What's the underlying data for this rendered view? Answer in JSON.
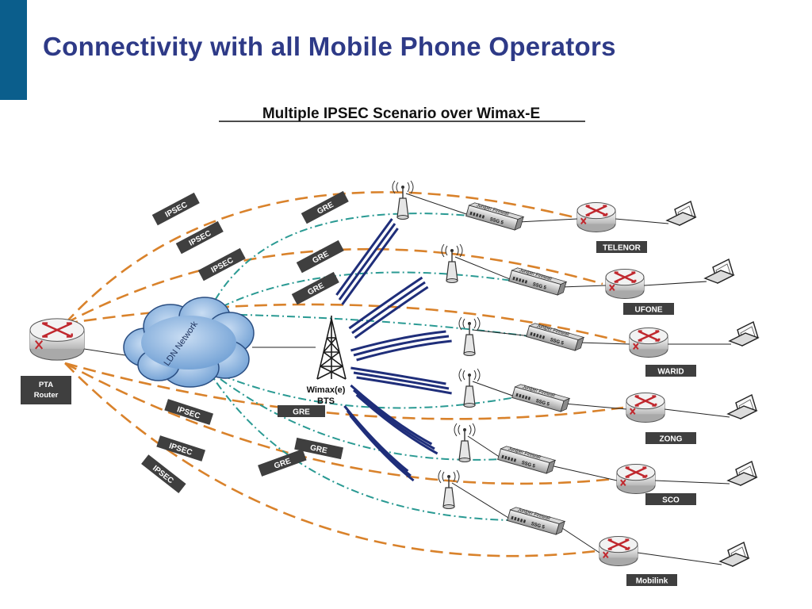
{
  "slide": {
    "title": "Connectivity with all Mobile Phone Operators",
    "title_color": "#2E3A87",
    "accent_color": "#0B5E8C"
  },
  "diagram": {
    "heading": "Multiple IPSEC Scenario over Wimax-E",
    "cloud_label": "LDN Network",
    "router_label": "PTA Router",
    "bts_label_line1": "Wimax(e)",
    "bts_label_line2": "BTS",
    "ipsec_tag": "IPSEC",
    "gre_tag": "GRE",
    "firewall_label": "Juniper Firewall",
    "firewall_model": "SSG 5",
    "operators": [
      "TELENOR",
      "UFONE",
      "WARID",
      "ZONG",
      "SCO",
      "Mobilink"
    ],
    "colors": {
      "ipsec_line": "#D9822B",
      "gre_line": "#2A9A93",
      "radio_link": "#1F2E7A",
      "cloud": "#7FA9D9",
      "tag_bg": "#3F3F3F",
      "router_mark": "#C0282E"
    },
    "icons": [
      "router-icon",
      "cloud-icon",
      "tower-icon",
      "antenna-icon",
      "firewall-icon",
      "laptop-icon"
    ]
  }
}
